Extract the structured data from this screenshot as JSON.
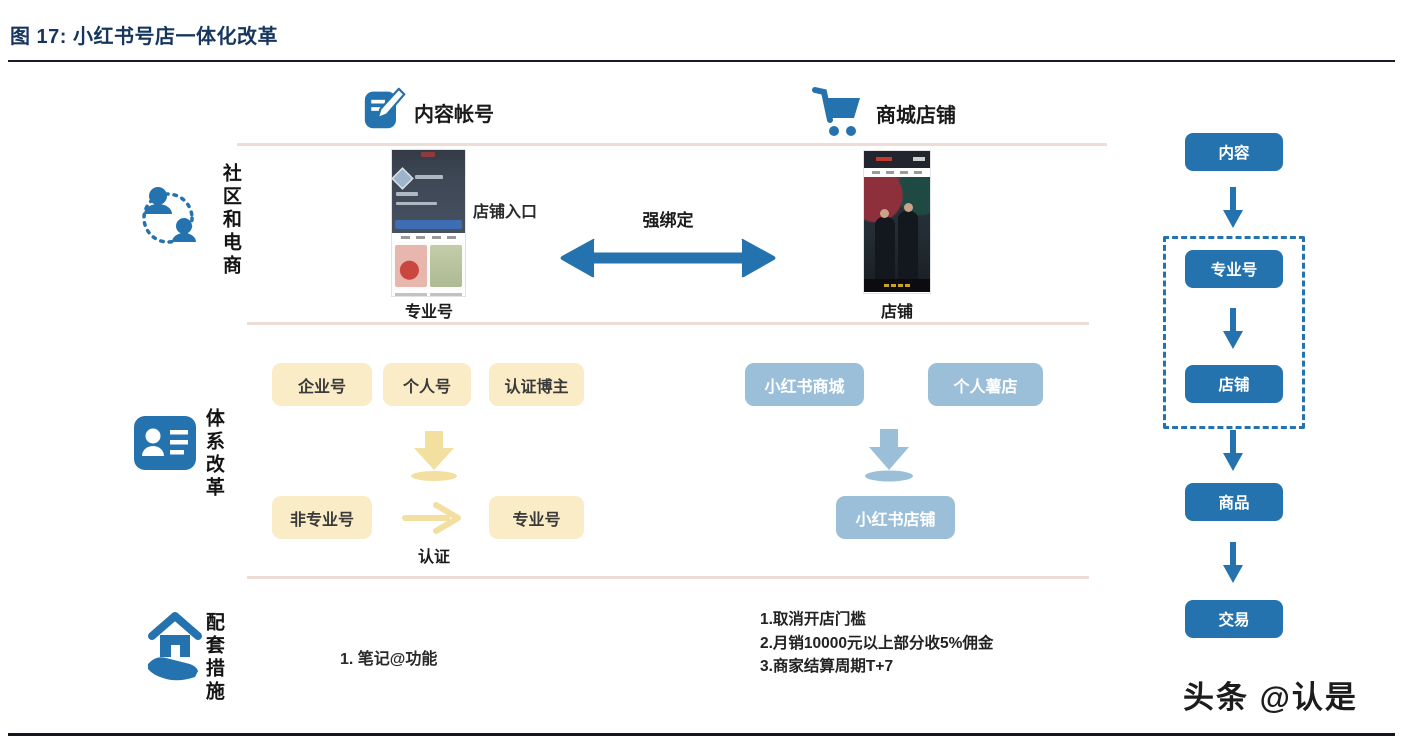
{
  "title": "图 17: 小红书号店一体化改革",
  "header": {
    "content_account_label": "内容帐号",
    "mall_store_label": "商城店铺"
  },
  "community_row": {
    "side_label": "社区和电商",
    "shop_entry_label": "店铺入口",
    "strong_bind_label": "强绑定",
    "left_phone_caption": "专业号",
    "right_phone_caption": "店铺"
  },
  "system_row": {
    "side_label": "体系改革",
    "account_types": [
      "企业号",
      "个人号",
      "认证博主"
    ],
    "from_box": "非专业号",
    "to_box": "专业号",
    "arrow_label": "认证",
    "store_types": [
      "小红书商城",
      "个人薯店"
    ],
    "store_result": "小红书店铺"
  },
  "measures_row": {
    "side_label": "配套措施",
    "left_measure": "1. 笔记@功能",
    "right_measures": [
      "1.取消开店门槛",
      "2.月销10000元以上部分收5%佣金",
      "3.商家结算周期T+7"
    ]
  },
  "flow_chart": {
    "steps": [
      "内容",
      "专业号",
      "店铺",
      "商品",
      "交易"
    ],
    "highlighted_steps": [
      "专业号",
      "店铺"
    ]
  },
  "watermark": "头条 @认是",
  "colors": {
    "primary_blue": "#2573AE",
    "light_blue": "#9BBFD9",
    "pale_yellow": "#FAECC6",
    "arrow_yellow": "#F3DFA0",
    "divider_salmon": "#EEDCD6",
    "title_navy": "#17365D"
  }
}
